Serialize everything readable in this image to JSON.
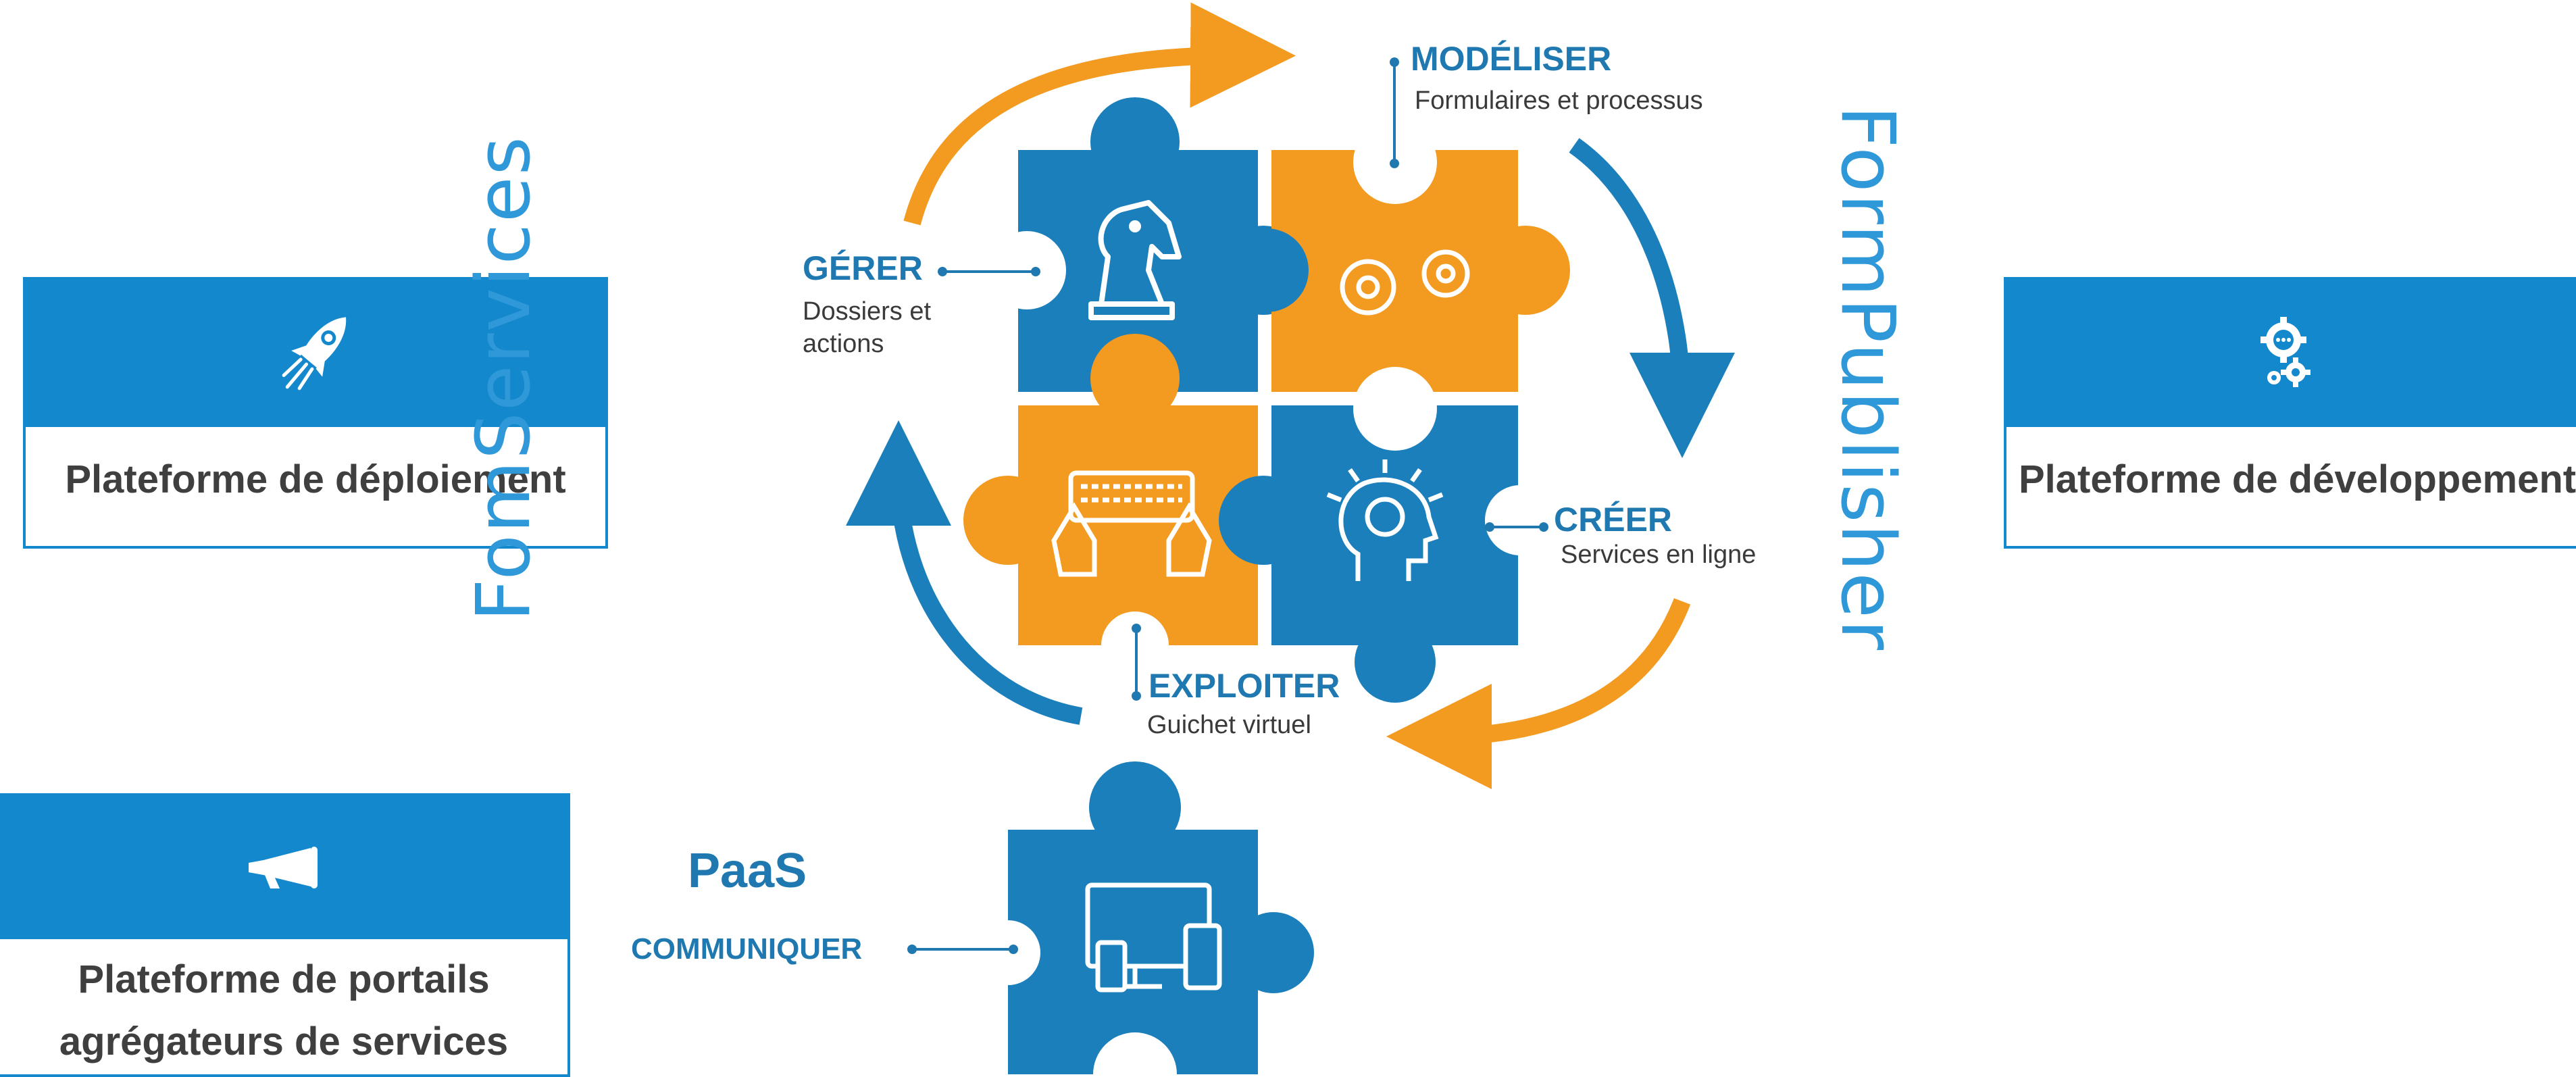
{
  "colors": {
    "blue": "#1b7fbc",
    "orange": "#f39a20",
    "card_blue": "#1488cc",
    "text_dark": "#3f3f3f"
  },
  "cards": {
    "deploiement": {
      "title": "Plateforme de déploiement",
      "icon": "rocket-icon"
    },
    "developpement": {
      "title": "Plateforme de développement",
      "icon": "gears-chat-icon"
    },
    "portails": {
      "title_line1": "Plateforme de portails",
      "title_line2": "agrégateurs de services",
      "icon": "megaphone-icon"
    }
  },
  "vertical_labels": {
    "left": "FomServices",
    "right": "FormPublisher"
  },
  "steps": {
    "modeliser": {
      "title": "MODÉLISER",
      "subtitle": "Formulaires et processus"
    },
    "gerer": {
      "title": "GÉRER",
      "subtitle_line1": "Dossiers et",
      "subtitle_line2": "actions"
    },
    "creer": {
      "title": "CRÉER",
      "subtitle": "Services en ligne"
    },
    "exploiter": {
      "title": "EXPLOITER",
      "subtitle": "Guichet virtuel"
    },
    "communiquer": {
      "title": "COMMUNIQUER"
    }
  },
  "paas": "PaaS"
}
